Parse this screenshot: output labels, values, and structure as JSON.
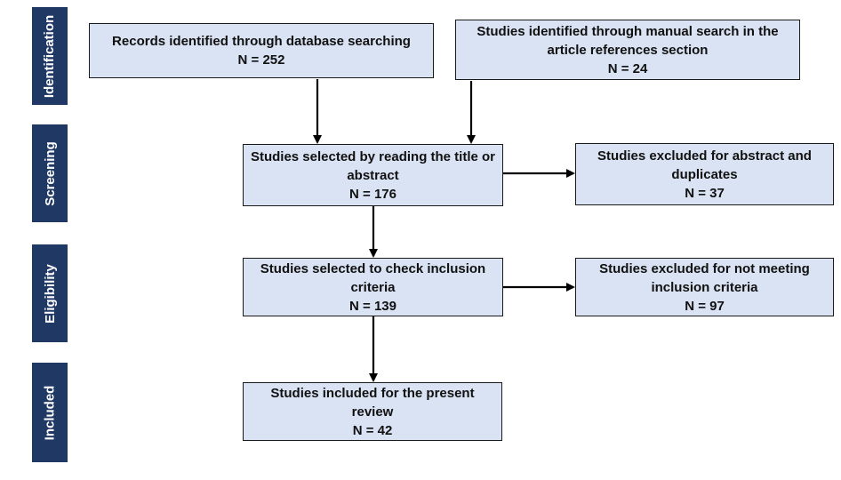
{
  "phases": {
    "identification": "Identification",
    "screening": "Screening",
    "eligibility": "Eligibility",
    "included": "Included"
  },
  "boxes": {
    "database": {
      "title": "Records identified through database searching",
      "count": "N = 252"
    },
    "manual": {
      "title": "Studies identified through manual search in the article references section",
      "count": "N = 24"
    },
    "screened": {
      "title": "Studies selected by reading the title or abstract",
      "count": "N = 176"
    },
    "excluded_abstract": {
      "title": "Studies excluded for abstract and duplicates",
      "count": "N = 37"
    },
    "eligibility": {
      "title": "Studies selected to check inclusion criteria",
      "count": "N = 139"
    },
    "excluded_criteria": {
      "title": "Studies excluded for not meeting inclusion criteria",
      "count": "N = 97"
    },
    "included": {
      "title": "Studies included for the present review",
      "count": "N = 42"
    }
  },
  "colors": {
    "phase_bar": "#1f3864",
    "box_fill": "#dae3f3",
    "box_border": "#1a1a1a",
    "arrow": "#000000"
  }
}
